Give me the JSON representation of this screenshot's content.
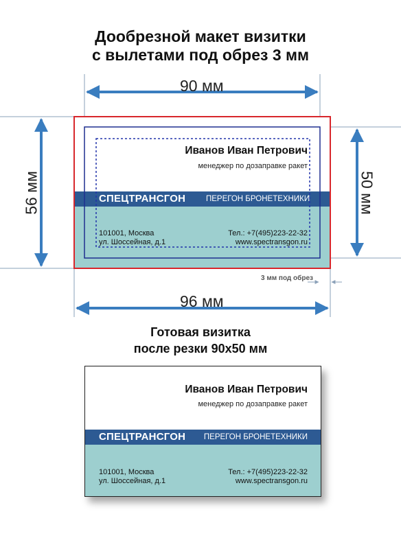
{
  "title": {
    "line1": "Дообрезной макет визитки",
    "line2": "с вылетами под обрез 3 мм"
  },
  "dimensions": {
    "top_width": "90 мм",
    "bottom_width": "96 мм",
    "left_height": "56 мм",
    "right_height": "50 мм",
    "bleed_note": "3 мм под обрез"
  },
  "card": {
    "name": "Иванов Иван Петрович",
    "position": "менеджер по дозаправке ракет",
    "company": "СПЕЦТРАНСГОН",
    "tagline": "ПЕРЕГОН БРОНЕТЕХНИКИ",
    "address_line1": "101001, Москва",
    "address_line2": "ул. Шоссейная, д.1",
    "phone": "Тел.: +7(495)223-22-32",
    "website": "www.spectransgon.ru"
  },
  "subtitle": {
    "line1": "Готовая визитка",
    "line2": "после резки 90х50 мм"
  },
  "colors": {
    "bleed_line": "#d8262b",
    "trim_line": "#1f2e8f",
    "safe_zone": "#2233aa",
    "band": "#2d5a93",
    "lower_fill": "#9dcfcf",
    "arrow": "#3a7dbf",
    "guide": "#8aa0b8"
  }
}
